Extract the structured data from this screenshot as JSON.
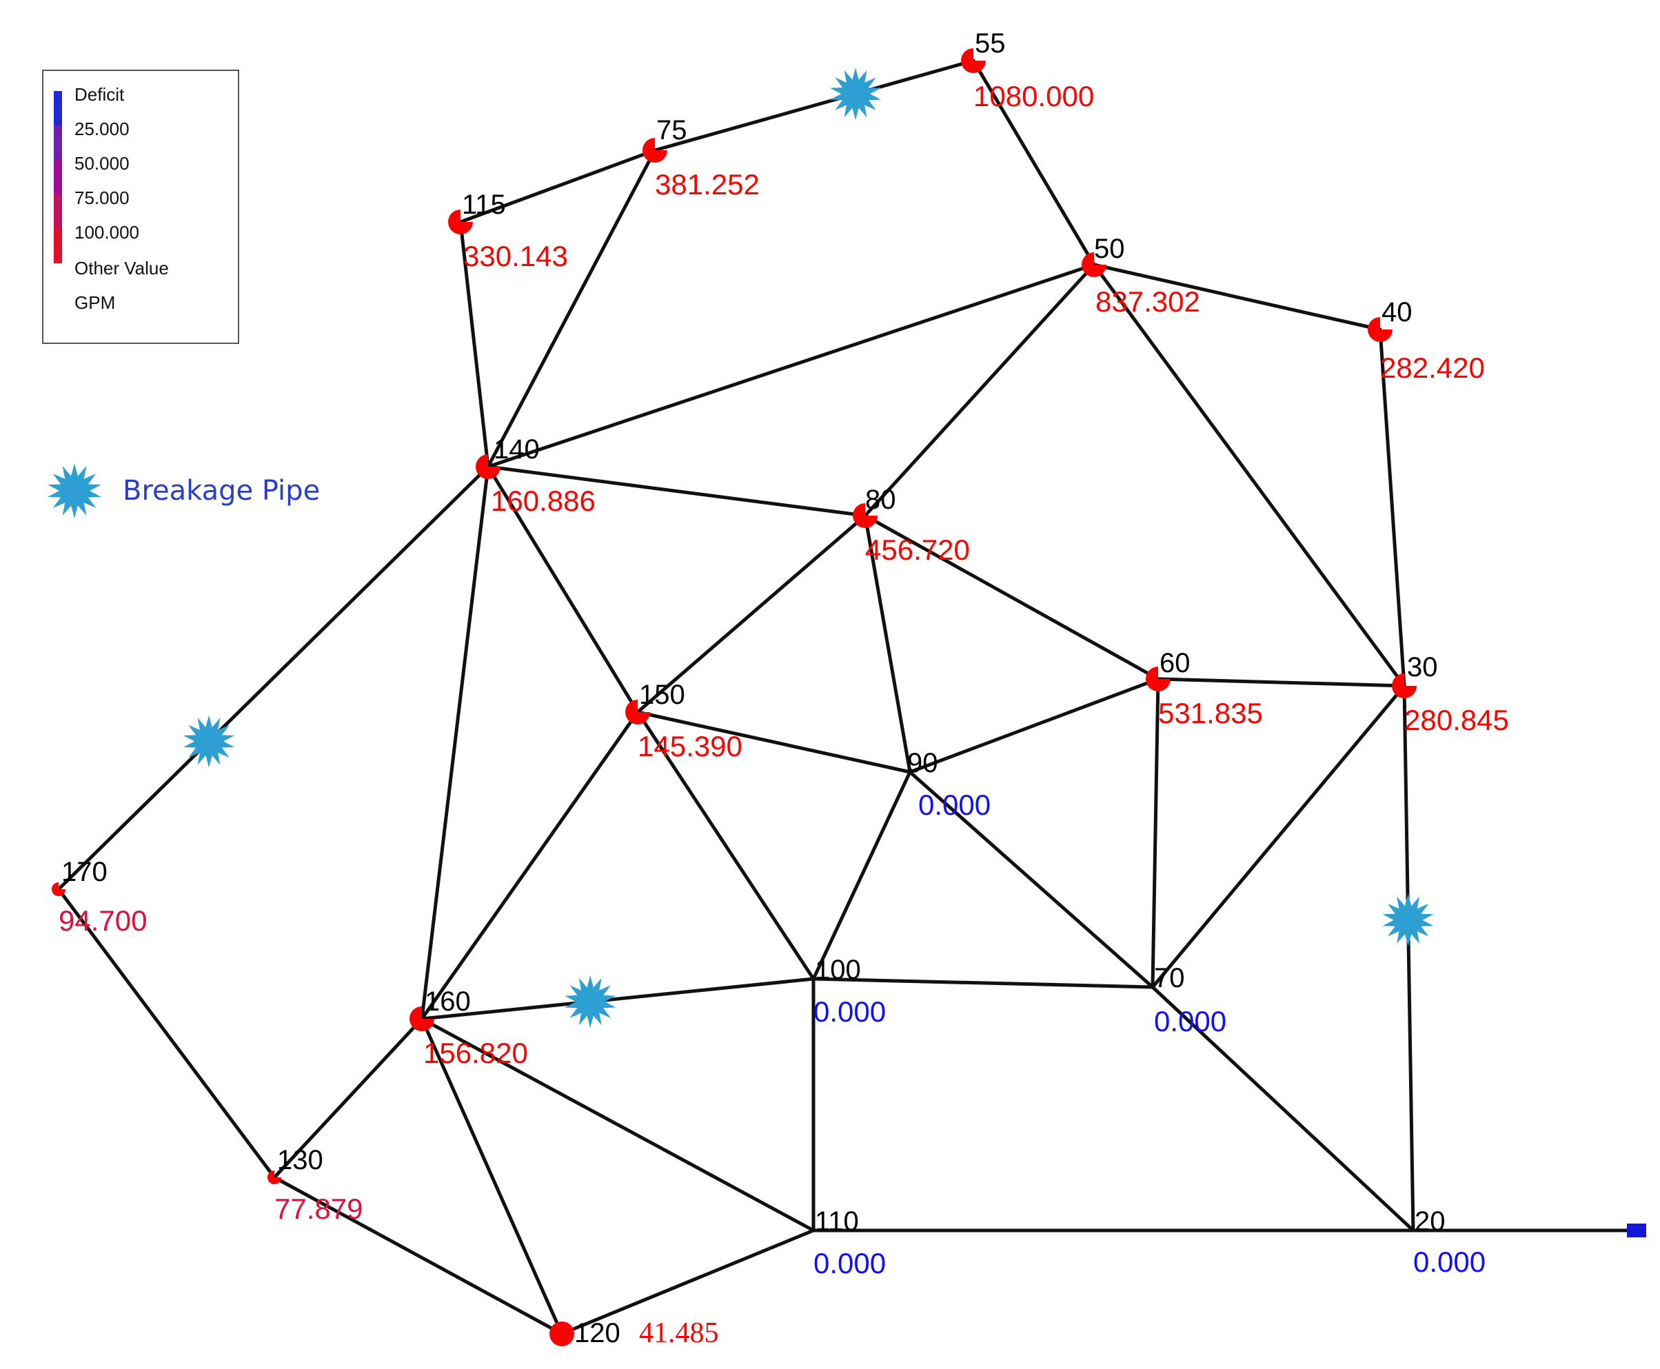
{
  "legend": {
    "entries": [
      {
        "label": "Deficit",
        "color": "#1f2ad6"
      },
      {
        "label": "25.000",
        "color": "#6d1fb0"
      },
      {
        "label": "50.000",
        "color": "#9a1090"
      },
      {
        "label": "75.000",
        "color": "#c4125a"
      },
      {
        "label": "100.000",
        "color": "#e0102a"
      }
    ],
    "other_label": "Other Value",
    "unit": "GPM"
  },
  "breakage_label": "Breakage Pipe",
  "colors": {
    "positive": "#ff0000",
    "zero": "#1010ff",
    "positive_alt": "#e0103a",
    "breakage": "#2d9fd3",
    "pipe": "#111111",
    "reservoir": "#1616d8"
  },
  "nodes": [
    {
      "id": "55",
      "value": "1080.000"
    },
    {
      "id": "75",
      "value": "381.252"
    },
    {
      "id": "115",
      "value": "330.143"
    },
    {
      "id": "50",
      "value": "837.302"
    },
    {
      "id": "40",
      "value": "282.420"
    },
    {
      "id": "140",
      "value": "160.886"
    },
    {
      "id": "80",
      "value": "456.720"
    },
    {
      "id": "60",
      "value": "531.835"
    },
    {
      "id": "30",
      "value": "280.845"
    },
    {
      "id": "150",
      "value": "145.390"
    },
    {
      "id": "90",
      "value": "0.000"
    },
    {
      "id": "170",
      "value": "94.700"
    },
    {
      "id": "100",
      "value": "0.000"
    },
    {
      "id": "70",
      "value": "0.000"
    },
    {
      "id": "160",
      "value": "156.820"
    },
    {
      "id": "130",
      "value": "77.879"
    },
    {
      "id": "110",
      "value": "0.000"
    },
    {
      "id": "20",
      "value": "0.000"
    },
    {
      "id": "120",
      "value": "41.485"
    }
  ],
  "pipes": [
    [
      "115",
      "75"
    ],
    [
      "75",
      "55"
    ],
    [
      "55",
      "50"
    ],
    [
      "75",
      "140"
    ],
    [
      "115",
      "140"
    ],
    [
      "140",
      "50"
    ],
    [
      "50",
      "40"
    ],
    [
      "50",
      "80"
    ],
    [
      "50",
      "30"
    ],
    [
      "40",
      "30"
    ],
    [
      "140",
      "80"
    ],
    [
      "140",
      "150"
    ],
    [
      "140",
      "160"
    ],
    [
      "140",
      "170"
    ],
    [
      "80",
      "150"
    ],
    [
      "80",
      "90"
    ],
    [
      "80",
      "60"
    ],
    [
      "60",
      "30"
    ],
    [
      "60",
      "90"
    ],
    [
      "60",
      "70"
    ],
    [
      "150",
      "90"
    ],
    [
      "150",
      "160"
    ],
    [
      "150",
      "100"
    ],
    [
      "90",
      "100"
    ],
    [
      "90",
      "70"
    ],
    [
      "30",
      "70"
    ],
    [
      "30",
      "20"
    ],
    [
      "170",
      "130"
    ],
    [
      "160",
      "100"
    ],
    [
      "100",
      "70"
    ],
    [
      "160",
      "130"
    ],
    [
      "160",
      "120"
    ],
    [
      "160",
      "110"
    ],
    [
      "130",
      "120"
    ],
    [
      "120",
      "110"
    ],
    [
      "100",
      "110"
    ],
    [
      "70",
      "20"
    ],
    [
      "110",
      "20"
    ],
    [
      "20",
      "reservoir"
    ]
  ],
  "breaks": [
    [
      "75",
      "55"
    ],
    [
      "140",
      "170"
    ],
    [
      "160",
      "100"
    ],
    [
      "30",
      "20"
    ]
  ]
}
